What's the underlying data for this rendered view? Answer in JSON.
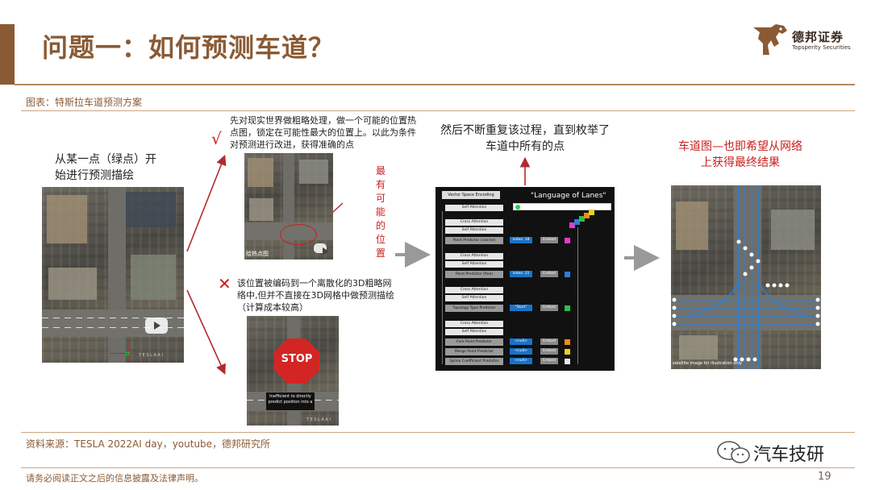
{
  "header": {
    "title": "问题一：如何预测车道？",
    "logo_cn": "德邦证券",
    "logo_en": "Topsperity Securities"
  },
  "figure": {
    "label": "图表：特斯拉车道预测方案",
    "step1_text": "从某一点（绿点）开始进行预测描绘",
    "check_text": "先对现实世界做粗略处理，做一个可能的位置热点图，锁定在可能性最大的位置上。以此为条件对预测进行改进，获得准确的点",
    "most_likely_label": "最有可能的位置",
    "cross_text": "该位置被编码到一个离散化的3D粗略网络中,但并不直接在3D网格中做预测描绘（计算成本较高）",
    "repeat_text": "然后不断重复该过程，直到枚举了车道中所有的点",
    "result_text": "车道图—也即希望从网络上获得最终结果",
    "heatmap_caption": "绘热点图",
    "stop_label": "STOP",
    "stop_callout": "Inefficient to directly predict position into a",
    "tesla_watermark": "T E S L A   A I",
    "sat_caption": "satellite image for illustration only",
    "network": {
      "title": "\"Language of Lanes\"",
      "encoding": "Vector Space Encoding",
      "layers": [
        "Self Attention",
        "Cross Attention",
        "Self Attention",
        "Cross Attention",
        "Self Attention",
        "Cross Attention",
        "Self Attention",
        "Cross Attention",
        "Self Attention"
      ],
      "predictors": [
        "Point Predictor (coarse)",
        "Point Predictor (fine)",
        "Topology Type Predictor",
        "Fork Point Predictor",
        "Merge Point Predictor",
        "Spline Coefficient Predictor"
      ],
      "indices": [
        "index: 18",
        "index: 31",
        "\"Start\"",
        "<null>",
        "<null>",
        "<null>"
      ],
      "embed": "Embed"
    }
  },
  "footer": {
    "source": "资料来源：TESLA 2022AI day，youtube，德邦研究所",
    "wechat": "汽车技研",
    "disclaimer": "请务必阅读正文之后的信息披露及法律声明。",
    "page": "19"
  },
  "colors": {
    "brand_brown": "#8a5a34",
    "accent_red": "#c81e1e",
    "lane_blue": "#2a7fd8"
  }
}
